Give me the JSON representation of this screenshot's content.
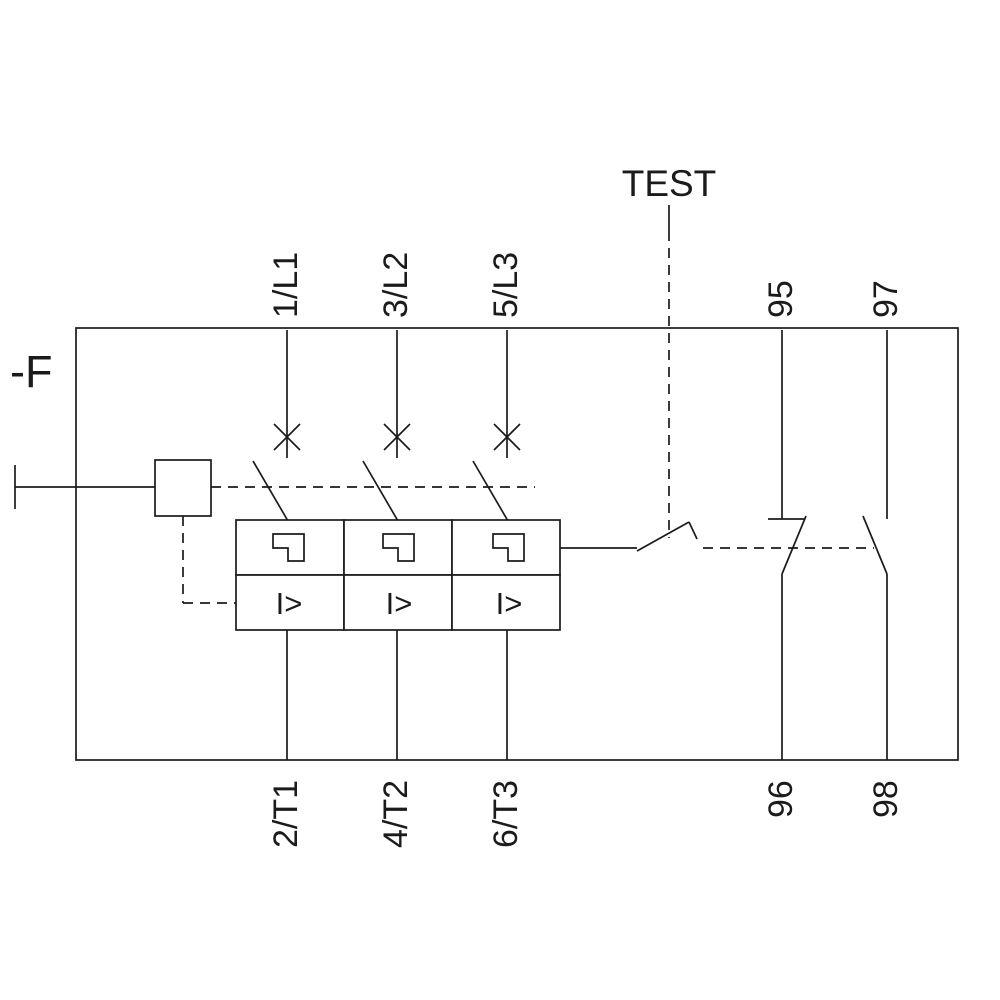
{
  "labels": {
    "device": "-F",
    "test": "TEST",
    "overcurrent": "I>"
  },
  "main_terminals": {
    "top": [
      "1/L1",
      "3/L2",
      "5/L3"
    ],
    "bottom": [
      "2/T1",
      "4/T2",
      "6/T3"
    ]
  },
  "aux_terminals": {
    "top": [
      "95",
      "97"
    ],
    "bottom": [
      "96",
      "98"
    ]
  },
  "colors": {
    "line": "#1b1b1b",
    "background": "#ffffff"
  }
}
